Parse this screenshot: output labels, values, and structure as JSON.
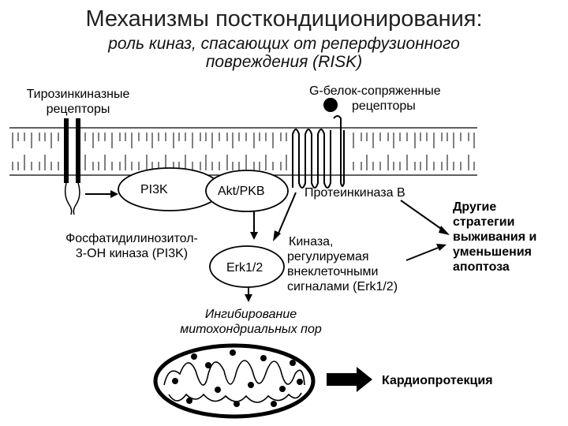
{
  "title": "Механизмы посткондиционирования:",
  "subtitle_line1": "роль киназ, спасающих от реперфузионного",
  "subtitle_line2": "повреждения (RISK)",
  "tyrosine_receptors": [
    "Тирозинкиназные",
    "рецепторы"
  ],
  "gprotein_receptors": [
    "G-белок-сопряженные",
    "рецепторы"
  ],
  "pi3k": "PI3K",
  "akt": "Akt/PKB",
  "protein_kinase_b": "Протеинкиназа B",
  "pi3k_full": [
    "Фосфатидилинозитол-",
    "3-ОН киназа (PI3K)"
  ],
  "erk": "Erk1/2",
  "erk_full": [
    "Киназа,",
    "регулируемая",
    "внеклеточными",
    "сигналами (Erk1/2)"
  ],
  "inhibition": [
    "Ингибирование",
    "митохондриальных пор"
  ],
  "other_strategies": [
    "Другие",
    "стратегии",
    "выживания и",
    "уменьшения",
    "апоптоза"
  ],
  "cardioprotection": "Кардиопротекция",
  "colors": {
    "line": "#000000",
    "text": "#000000",
    "title": "#222222"
  }
}
